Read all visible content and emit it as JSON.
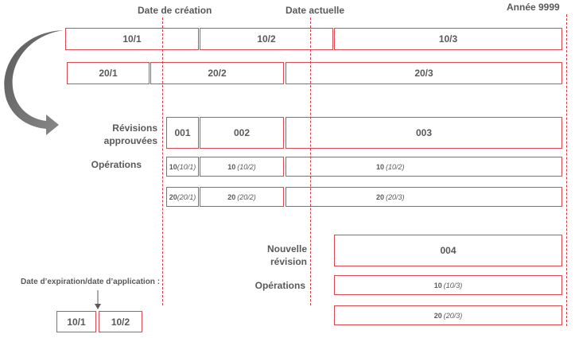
{
  "headers": {
    "creation": "Date de création",
    "current": "Date actuelle",
    "year": "Année 9999"
  },
  "row1": [
    "10/1",
    "10/2",
    "10/3"
  ],
  "row2": [
    "20/1",
    "20/2",
    "20/3"
  ],
  "labels": {
    "approved_revisions": "Révisions approuvées",
    "operations": "Opérations",
    "new_revision": "Nouvelle révision",
    "operations2": "Opérations",
    "expiration": "Date d’expiration/date d’application :"
  },
  "revisions": [
    "001",
    "002",
    "003"
  ],
  "ops_row1": [
    {
      "main": "10",
      "sub": "(10/1)"
    },
    {
      "main": "10",
      "sub": "(10/2)"
    },
    {
      "main": "10",
      "sub": "(10/2)"
    }
  ],
  "ops_row2": [
    {
      "main": "20",
      "sub": "(20/1)"
    },
    {
      "main": "20",
      "sub": "(20/2)"
    },
    {
      "main": "20",
      "sub": "(20/3)"
    }
  ],
  "new_rev": "004",
  "new_ops": [
    {
      "main": "10",
      "sub": "(10/3)"
    },
    {
      "main": "20",
      "sub": "(20/3)"
    }
  ],
  "bottom": [
    "10/1",
    "10/2"
  ],
  "colors": {
    "box_border": "#d9494f",
    "dashed_line": "#d9363e",
    "text": "#595959",
    "arrow": "#6b6b6b"
  }
}
